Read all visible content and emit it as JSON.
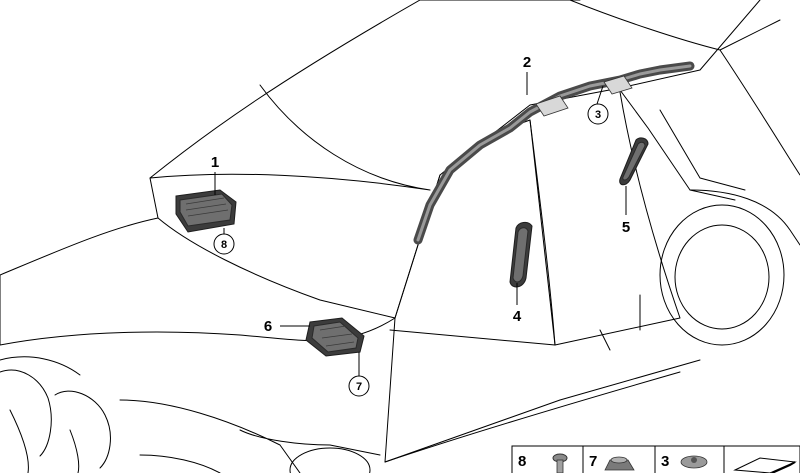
{
  "diagram": {
    "callouts": [
      {
        "id": "1",
        "label": "1"
      },
      {
        "id": "2",
        "label": "2"
      },
      {
        "id": "4",
        "label": "4"
      },
      {
        "id": "5",
        "label": "5"
      },
      {
        "id": "6",
        "label": "6"
      }
    ],
    "ring_callouts": [
      {
        "id": "3",
        "label": "3"
      },
      {
        "id": "7",
        "label": "7"
      },
      {
        "id": "8",
        "label": "8"
      }
    ],
    "legend": [
      {
        "label": "8",
        "icon": "screw-icon"
      },
      {
        "label": "7",
        "icon": "nut-icon"
      },
      {
        "label": "3",
        "icon": "expanding-rivet-icon"
      },
      {
        "label": "",
        "icon": "shim-plate-icon"
      }
    ],
    "colors": {
      "line": "#000000",
      "part": "#6f6f6f",
      "background": "#ffffff"
    }
  }
}
